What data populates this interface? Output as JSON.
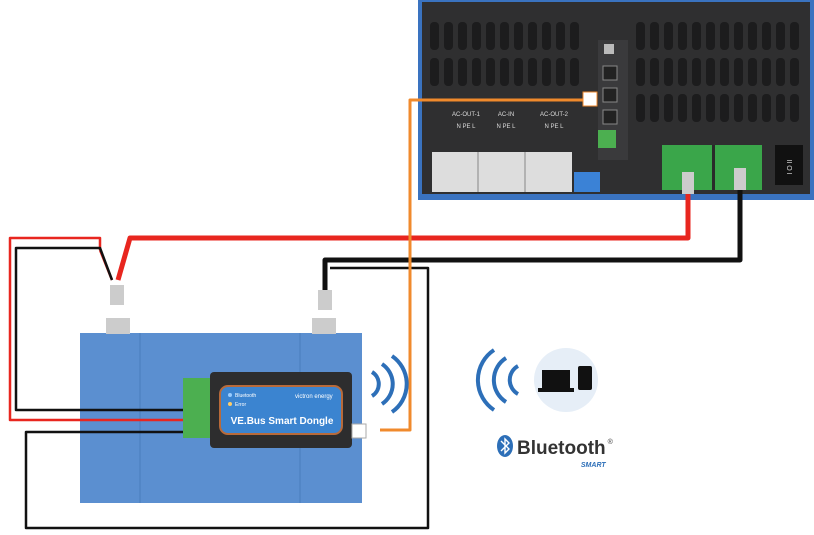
{
  "inverter": {
    "ports": [
      {
        "label": "AC-OUT-1",
        "pins": "N PE L"
      },
      {
        "label": "AC-IN",
        "pins": "N PE L"
      },
      {
        "label": "AC-OUT-2",
        "pins": "N PE L"
      }
    ],
    "switch_label": "I O II"
  },
  "dongle": {
    "led_bluetooth": "Bluetooth",
    "led_error": "Error",
    "brand": "victron energy",
    "name": "VE.Bus Smart Dongle"
  },
  "bluetooth": {
    "label": "Bluetooth",
    "sublabel": "SMART",
    "trademark": "®"
  },
  "colors": {
    "positive": "#e8261f",
    "negative": "#111111",
    "ve_bus": "#f08a2c",
    "battery": "#5b8fd0",
    "inverter_frame": "#3a73c0",
    "bluetooth": "#2d6fb8"
  }
}
